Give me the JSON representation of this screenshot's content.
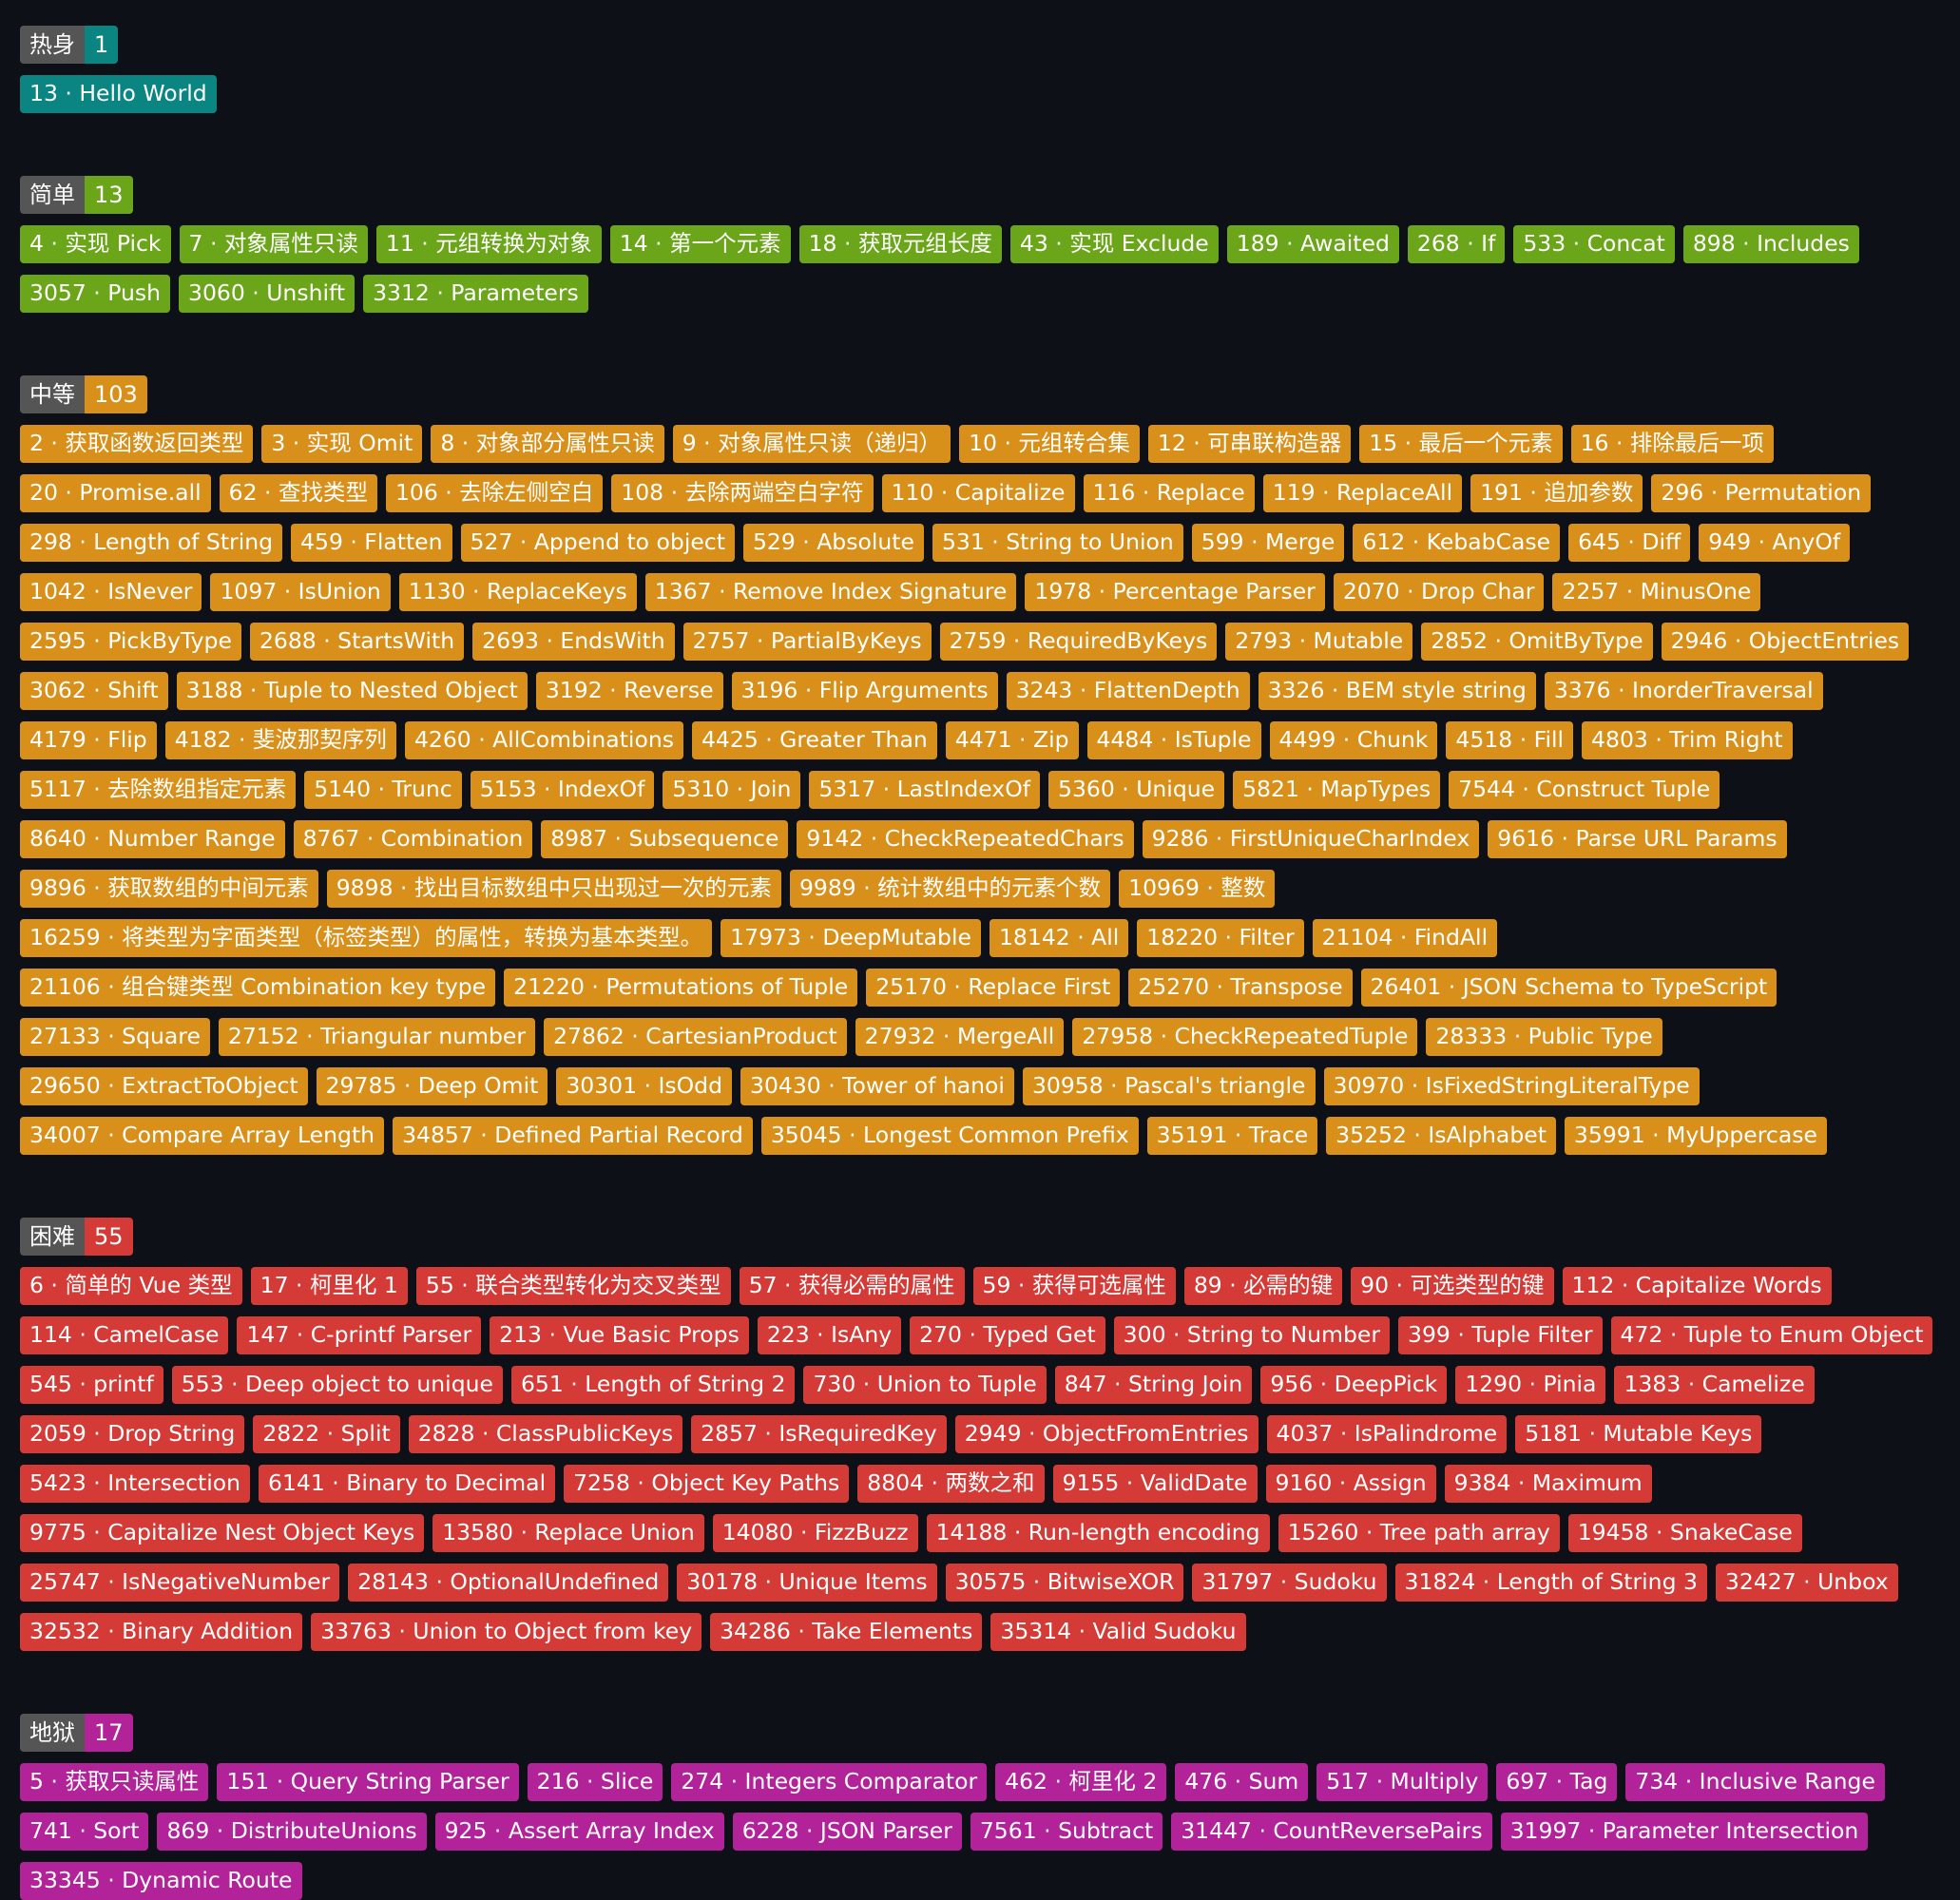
{
  "sections": [
    {
      "label": "热身",
      "count": "1",
      "color": "#0a8582",
      "items": [
        "13 · Hello World"
      ]
    },
    {
      "label": "简单",
      "count": "13",
      "color": "#6aa51a",
      "items": [
        "4 · 实现 Pick",
        "7 · 对象属性只读",
        "11 · 元组转换为对象",
        "14 · 第一个元素",
        "18 · 获取元组长度",
        "43 · 实现 Exclude",
        "189 · Awaited",
        "268 · If",
        "533 · Concat",
        "898 · Includes",
        "3057 · Push",
        "3060 · Unshift",
        "3312 · Parameters"
      ]
    },
    {
      "label": "中等",
      "count": "103",
      "color": "#d8901b",
      "items": [
        "2 · 获取函数返回类型",
        "3 · 实现 Omit",
        "8 · 对象部分属性只读",
        "9 · 对象属性只读（递归）",
        "10 · 元组转合集",
        "12 · 可串联构造器",
        "15 · 最后一个元素",
        "16 · 排除最后一项",
        "20 · Promise.all",
        "62 · 查找类型",
        "106 · 去除左侧空白",
        "108 · 去除两端空白字符",
        "110 · Capitalize",
        "116 · Replace",
        "119 · ReplaceAll",
        "191 · 追加参数",
        "296 · Permutation",
        "298 · Length of String",
        "459 · Flatten",
        "527 · Append to object",
        "529 · Absolute",
        "531 · String to Union",
        "599 · Merge",
        "612 · KebabCase",
        "645 · Diff",
        "949 · AnyOf",
        "1042 · IsNever",
        "1097 · IsUnion",
        "1130 · ReplaceKeys",
        "1367 · Remove Index Signature",
        "1978 · Percentage Parser",
        "2070 · Drop Char",
        "2257 · MinusOne",
        "2595 · PickByType",
        "2688 · StartsWith",
        "2693 · EndsWith",
        "2757 · PartialByKeys",
        "2759 · RequiredByKeys",
        "2793 · Mutable",
        "2852 · OmitByType",
        "2946 · ObjectEntries",
        "3062 · Shift",
        "3188 · Tuple to Nested Object",
        "3192 · Reverse",
        "3196 · Flip Arguments",
        "3243 · FlattenDepth",
        "3326 · BEM style string",
        "3376 · InorderTraversal",
        "4179 · Flip",
        "4182 · 斐波那契序列",
        "4260 · AllCombinations",
        "4425 · Greater Than",
        "4471 · Zip",
        "4484 · IsTuple",
        "4499 · Chunk",
        "4518 · Fill",
        "4803 · Trim Right",
        "5117 · 去除数组指定元素",
        "5140 · Trunc",
        "5153 · IndexOf",
        "5310 · Join",
        "5317 · LastIndexOf",
        "5360 · Unique",
        "5821 · MapTypes",
        "7544 · Construct Tuple",
        "8640 · Number Range",
        "8767 · Combination",
        "8987 · Subsequence",
        "9142 · CheckRepeatedChars",
        "9286 · FirstUniqueCharIndex",
        "9616 · Parse URL Params",
        "9896 · 获取数组的中间元素",
        "9898 · 找出目标数组中只出现过一次的元素",
        "9989 · 统计数组中的元素个数",
        "10969 · 整数",
        "16259 · 将类型为字面类型（标签类型）的属性，转换为基本类型。",
        "17973 · DeepMutable",
        "18142 · All",
        "18220 · Filter",
        "21104 · FindAll",
        "21106 · 组合键类型 Combination key type",
        "21220 · Permutations of Tuple",
        "25170 · Replace First",
        "25270 · Transpose",
        "26401 · JSON Schema to TypeScript",
        "27133 · Square",
        "27152 · Triangular number",
        "27862 · CartesianProduct",
        "27932 · MergeAll",
        "27958 · CheckRepeatedTuple",
        "28333 · Public Type",
        "29650 · ExtractToObject",
        "29785 · Deep Omit",
        "30301 · IsOdd",
        "30430 · Tower of hanoi",
        "30958 · Pascal's triangle",
        "30970 · IsFixedStringLiteralType",
        "34007 · Compare Array Length",
        "34857 · Defined Partial Record",
        "35045 · Longest Common Prefix",
        "35191 · Trace",
        "35252 · IsAlphabet",
        "35991 · MyUppercase"
      ]
    },
    {
      "label": "困难",
      "count": "55",
      "color": "#d43a36",
      "items": [
        "6 · 简单的 Vue 类型",
        "17 · 柯里化 1",
        "55 · 联合类型转化为交叉类型",
        "57 · 获得必需的属性",
        "59 · 获得可选属性",
        "89 · 必需的键",
        "90 · 可选类型的键",
        "112 · Capitalize Words",
        "114 · CamelCase",
        "147 · C-printf Parser",
        "213 · Vue Basic Props",
        "223 · IsAny",
        "270 · Typed Get",
        "300 · String to Number",
        "399 · Tuple Filter",
        "472 · Tuple to Enum Object",
        "545 · printf",
        "553 · Deep object to unique",
        "651 · Length of String 2",
        "730 · Union to Tuple",
        "847 · String Join",
        "956 · DeepPick",
        "1290 · Pinia",
        "1383 · Camelize",
        "2059 · Drop String",
        "2822 · Split",
        "2828 · ClassPublicKeys",
        "2857 · IsRequiredKey",
        "2949 · ObjectFromEntries",
        "4037 · IsPalindrome",
        "5181 · Mutable Keys",
        "5423 · Intersection",
        "6141 · Binary to Decimal",
        "7258 · Object Key Paths",
        "8804 · 两数之和",
        "9155 · ValidDate",
        "9160 · Assign",
        "9384 · Maximum",
        "9775 · Capitalize Nest Object Keys",
        "13580 · Replace Union",
        "14080 · FizzBuzz",
        "14188 · Run-length encoding",
        "15260 · Tree path array",
        "19458 · SnakeCase",
        "25747 · IsNegativeNumber",
        "28143 · OptionalUndefined",
        "30178 · Unique Items",
        "30575 · BitwiseXOR",
        "31797 · Sudoku",
        "31824 · Length of String 3",
        "32427 · Unbox",
        "32532 · Binary Addition",
        "33763 · Union to Object from key",
        "34286 · Take Elements",
        "35314 · Valid Sudoku"
      ]
    },
    {
      "label": "地狱",
      "count": "17",
      "color": "#b22399",
      "items": [
        "5 · 获取只读属性",
        "151 · Query String Parser",
        "216 · Slice",
        "274 · Integers Comparator",
        "462 · 柯里化 2",
        "476 · Sum",
        "517 · Multiply",
        "697 · Tag",
        "734 · Inclusive Range",
        "741 · Sort",
        "869 · DistributeUnions",
        "925 · Assert Array Index",
        "6228 · JSON Parser",
        "7561 · Subtract",
        "31447 · CountReversePairs",
        "31997 · Parameter Intersection",
        "33345 · Dynamic Route"
      ]
    }
  ]
}
